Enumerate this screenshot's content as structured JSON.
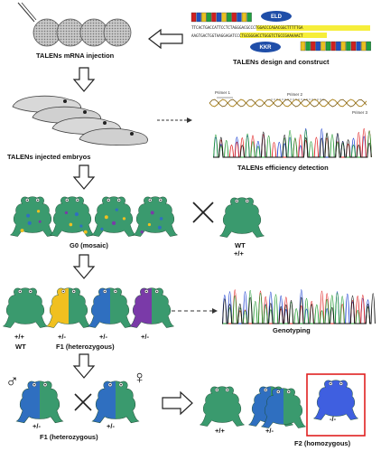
{
  "labels": {
    "injection": "TALENs mRNA injection",
    "design": "TALENs design and construct",
    "embryos": "TALENs injected embryos",
    "efficiency": "TALENs efficiency detection",
    "g0": "G0 (mosaic)",
    "wt_parent": "WT",
    "wt_parent_geno": "+/+",
    "genotyping": "Genotyping",
    "f1_het": "F1 (heterozygous)",
    "f1_het2": "F1 (heterozygous)",
    "f2_homo": "F2 (homozygous)"
  },
  "construct": {
    "eld": "ELD",
    "kkr": "KKR",
    "seq_top": "TTCACTGACCATTCCTCTAGGGACGCCCTGGACCCAGACGGCTTTTTGA",
    "seq_bottom": "AAGTGACTGGTAAGGAGATCCCTGCGGGACCTGGGTCTGCCGAAAAACT",
    "primer1": "Primer 1",
    "primer2": "Primer 2",
    "primer3": "Primer 3"
  },
  "f1_row": [
    {
      "geno": "+/+",
      "sub": "WT"
    },
    {
      "geno": "+/-",
      "sub": ""
    },
    {
      "geno": "+/-",
      "sub": ""
    },
    {
      "geno": "+/-",
      "sub": ""
    }
  ],
  "cross_row": {
    "male_symbol": "♂",
    "female_symbol": "♀",
    "left_geno": "+/-",
    "right_geno": "+/-"
  },
  "f2_row": [
    {
      "geno": "+/+"
    },
    {
      "geno": "+/-"
    },
    {
      "geno": "-/-"
    }
  ],
  "colors": {
    "frog_green": "#3a9a6e",
    "frog_blue": "#2f6fc0",
    "frog_bright_blue": "#3f5fe0",
    "frog_yellow": "#f0c020",
    "frog_purple": "#7a3aa8",
    "eld_box": "#1f4ea8",
    "seq_highlight": "#f6ee3a",
    "highlight_box": "#e02020"
  }
}
